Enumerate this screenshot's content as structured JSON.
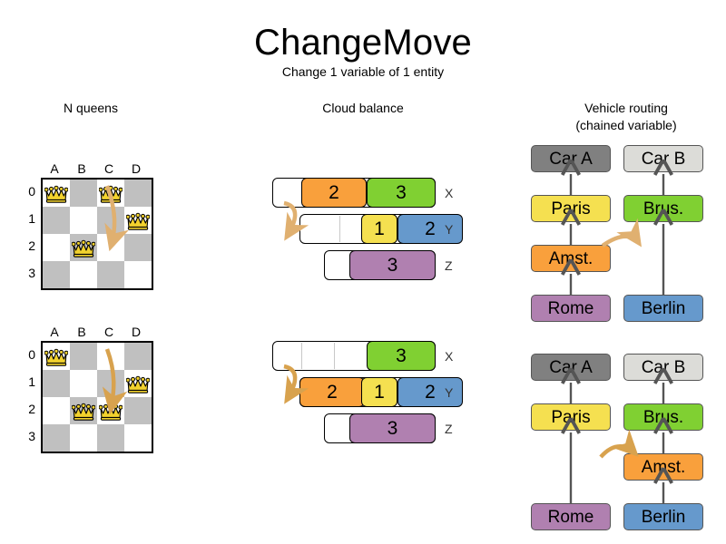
{
  "header": {
    "title": "ChangeMove",
    "subtitle": "Change 1 variable of 1 entity"
  },
  "columns": [
    {
      "id": "nqueens",
      "title": "N queens"
    },
    {
      "id": "cloudbalance",
      "title": "Cloud balance"
    },
    {
      "id": "vehiclerouting",
      "title_line1": "Vehicle routing",
      "title_line2": "(chained variable)"
    }
  ],
  "colors": {
    "orange": "#F9A03C",
    "green": "#80D032",
    "yellow": "#F5E050",
    "blue": "#6699CC",
    "purple": "#B080B0",
    "gray_dark": "#808080",
    "gray_light": "#DCDCD8",
    "board_dark": "#C0C0C0",
    "board_light": "#FFFFFF",
    "arrow": "#E0B070",
    "queen_gold": "#F2D22E"
  },
  "nqueens": {
    "files": [
      "A",
      "B",
      "C",
      "D"
    ],
    "ranks": [
      "0",
      "1",
      "2",
      "3"
    ],
    "before": {
      "queens": [
        {
          "file": "A",
          "rank": "0"
        },
        {
          "file": "C",
          "rank": "0"
        },
        {
          "file": "D",
          "rank": "1"
        },
        {
          "file": "B",
          "rank": "2"
        }
      ],
      "move": {
        "from_file": "C",
        "from_rank": "0",
        "to_file": "C",
        "to_rank": "2"
      }
    },
    "after": {
      "queens": [
        {
          "file": "A",
          "rank": "0"
        },
        {
          "file": "D",
          "rank": "1"
        },
        {
          "file": "B",
          "rank": "2"
        },
        {
          "file": "C",
          "rank": "2"
        }
      ],
      "move": {
        "from_file": "C",
        "from_rank": "0",
        "to_file": "C",
        "to_rank": "2"
      }
    }
  },
  "cloudbalance": {
    "before": {
      "rows": [
        {
          "label": "X",
          "segments": [
            {
              "value": "2",
              "color": "orange"
            },
            {
              "value": "3",
              "color": "green"
            }
          ]
        },
        {
          "label": "Y",
          "segments": [
            {
              "value": "1",
              "color": "yellow"
            },
            {
              "value": "2",
              "color": "blue"
            }
          ]
        },
        {
          "label": "Z",
          "segments": [
            {
              "value": "3",
              "color": "purple"
            }
          ]
        }
      ]
    },
    "after": {
      "rows": [
        {
          "label": "X",
          "segments": [
            {
              "value": "3",
              "color": "green"
            }
          ]
        },
        {
          "label": "Y",
          "segments": [
            {
              "value": "2",
              "color": "orange"
            },
            {
              "value": "1",
              "color": "yellow"
            },
            {
              "value": "2",
              "color": "blue"
            }
          ]
        },
        {
          "label": "Z",
          "segments": [
            {
              "value": "3",
              "color": "purple"
            }
          ]
        }
      ]
    },
    "move": {
      "entity": "2",
      "from_row": "X",
      "to_row": "Y"
    }
  },
  "vehiclerouting": {
    "before": {
      "chains": [
        {
          "vehicle": "Car A",
          "vehicle_color": "gray_dark",
          "stops": [
            {
              "name": "Paris",
              "color": "yellow"
            },
            {
              "name": "Amst.",
              "color": "orange"
            },
            {
              "name": "Rome",
              "color": "purple"
            }
          ]
        },
        {
          "vehicle": "Car B",
          "vehicle_color": "gray_light",
          "stops": [
            {
              "name": "Brus.",
              "color": "green"
            },
            {
              "name": "Berlin",
              "color": "blue"
            }
          ]
        }
      ]
    },
    "after": {
      "chains": [
        {
          "vehicle": "Car A",
          "vehicle_color": "gray_dark",
          "stops": [
            {
              "name": "Paris",
              "color": "yellow"
            },
            {
              "name": "Rome",
              "color": "purple"
            }
          ]
        },
        {
          "vehicle": "Car B",
          "vehicle_color": "gray_light",
          "stops": [
            {
              "name": "Brus.",
              "color": "green"
            },
            {
              "name": "Amst.",
              "color": "orange"
            },
            {
              "name": "Berlin",
              "color": "blue"
            }
          ]
        }
      ]
    },
    "move": {
      "entity": "Amst.",
      "from_chain": "Car A",
      "to_chain": "Car B"
    }
  }
}
